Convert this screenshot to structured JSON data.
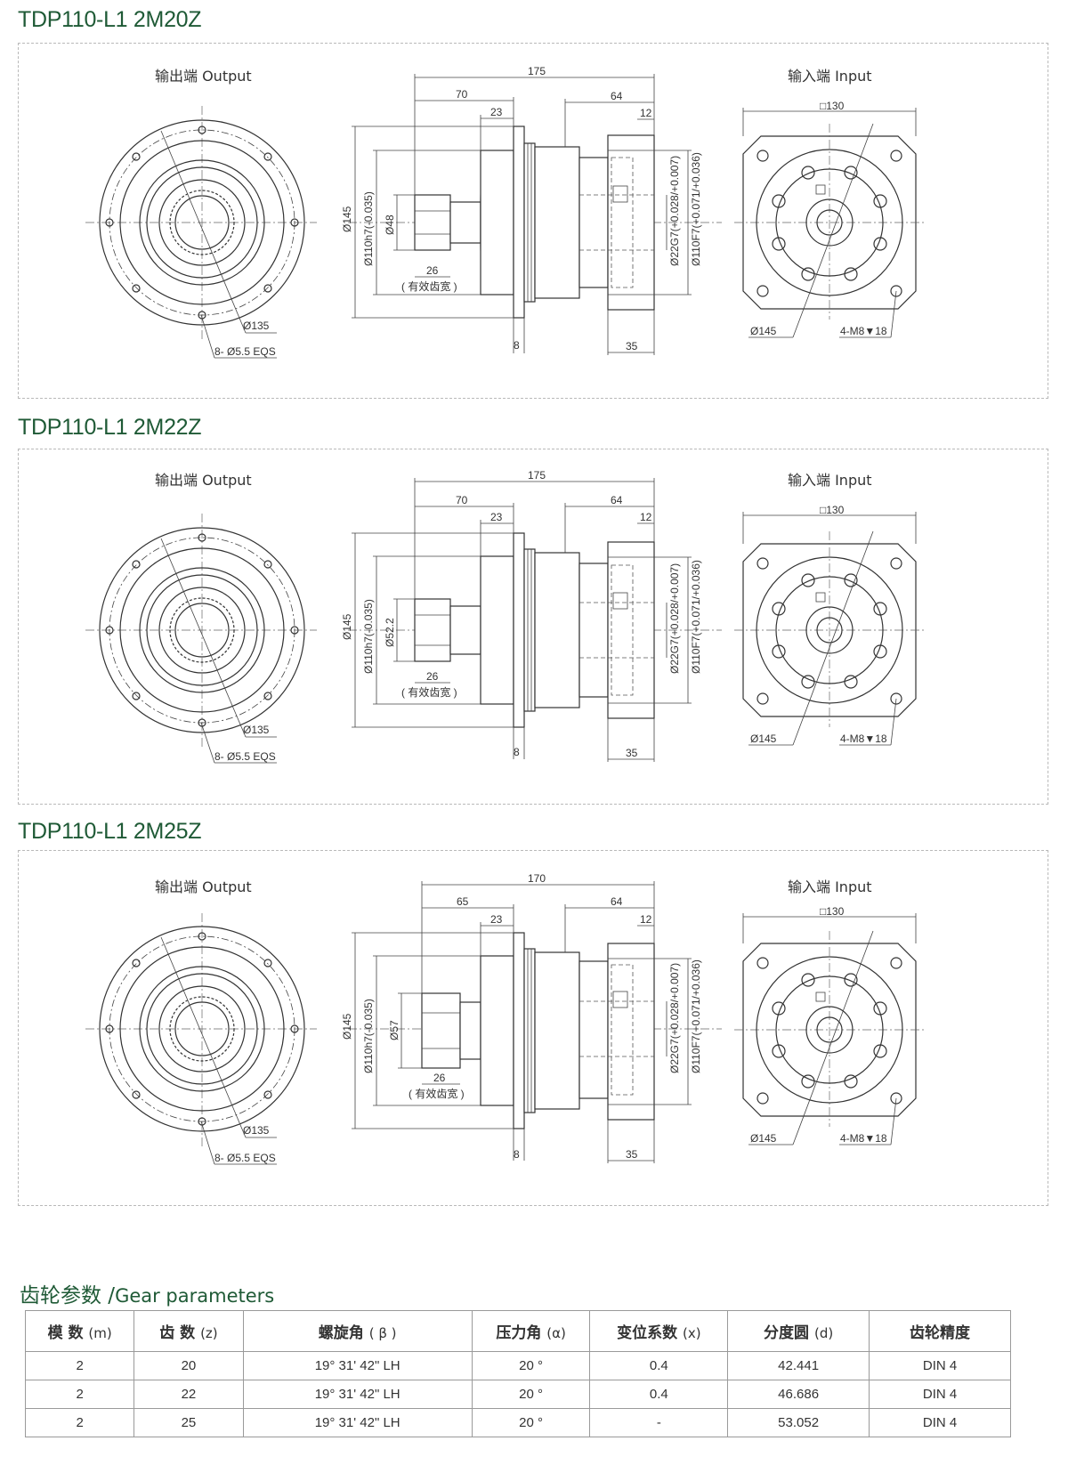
{
  "models": [
    {
      "title": "TDP110-L1 2M20Z",
      "output_label": "输出端  Output",
      "input_label": "输入端  Input",
      "dims": {
        "total": "175",
        "flange": "70",
        "d23": "23",
        "d64": "64",
        "d12": "12",
        "d26": "26",
        "tooth_note": "( 有效齿宽 )",
        "d8": "8",
        "d35": "35",
        "od145": "Ø145",
        "od110": "Ø110h7(-0.035)",
        "gear_d": "Ø48",
        "id22": "Ø22G7(+0.028/+0.007)",
        "id110": "Ø110F7(+0.071/+0.036)",
        "sq130": "□130",
        "pcd135": "Ø135",
        "holes": "8- Ø5.5 EQS",
        "in145": "Ø145",
        "taps": "4-M8▼18"
      }
    },
    {
      "title": "TDP110-L1 2M22Z",
      "output_label": "输出端  Output",
      "input_label": "输入端  Input",
      "dims": {
        "total": "175",
        "flange": "70",
        "d23": "23",
        "d64": "64",
        "d12": "12",
        "d26": "26",
        "tooth_note": "( 有效齿宽 )",
        "d8": "8",
        "d35": "35",
        "od145": "Ø145",
        "od110": "Ø110h7(-0.035)",
        "gear_d": "Ø52.2",
        "id22": "Ø22G7(+0.028/+0.007)",
        "id110": "Ø110F7(+0.071/+0.036)",
        "sq130": "□130",
        "pcd135": "Ø135",
        "holes": "8- Ø5.5 EQS",
        "in145": "Ø145",
        "taps": "4-M8▼18"
      }
    },
    {
      "title": "TDP110-L1 2M25Z",
      "output_label": "输出端  Output",
      "input_label": "输入端  Input",
      "dims": {
        "total": "170",
        "flange": "65",
        "d23": "23",
        "d64": "64",
        "d12": "12",
        "d26": "26",
        "tooth_note": "( 有效齿宽 )",
        "d8": "8",
        "d35": "35",
        "od145": "Ø145",
        "od110": "Ø110h7(-0.035)",
        "gear_d": "Ø57",
        "id22": "Ø22G7(+0.028/+0.007)",
        "id110": "Ø110F7(+0.071/+0.036)",
        "sq130": "□130",
        "pcd135": "Ø135",
        "holes": "8- Ø5.5 EQS",
        "in145": "Ø145",
        "taps": "4-M8▼18"
      }
    }
  ],
  "gear_params": {
    "title_cn": "齿轮参数 /",
    "title_en": "Gear parameters",
    "headers": [
      {
        "label": "模 数",
        "sym": "(m)"
      },
      {
        "label": "齿 数",
        "sym": "(z)"
      },
      {
        "label": "螺旋角",
        "sym": "( β )"
      },
      {
        "label": "压力角",
        "sym": "(α)"
      },
      {
        "label": "变位系数",
        "sym": "(x)"
      },
      {
        "label": "分度圆",
        "sym": "(d)"
      },
      {
        "label": "齿轮精度",
        "sym": ""
      }
    ],
    "rows": [
      [
        "2",
        "20",
        "19°  31'  42\"  LH",
        "20 °",
        "0.4",
        "42.441",
        "DIN 4"
      ],
      [
        "2",
        "22",
        "19°  31'  42\"  LH",
        "20 °",
        "0.4",
        "46.686",
        "DIN 4"
      ],
      [
        "2",
        "25",
        "19°  31'  42\"  LH",
        "20 °",
        "-",
        "53.052",
        "DIN 4"
      ]
    ]
  }
}
